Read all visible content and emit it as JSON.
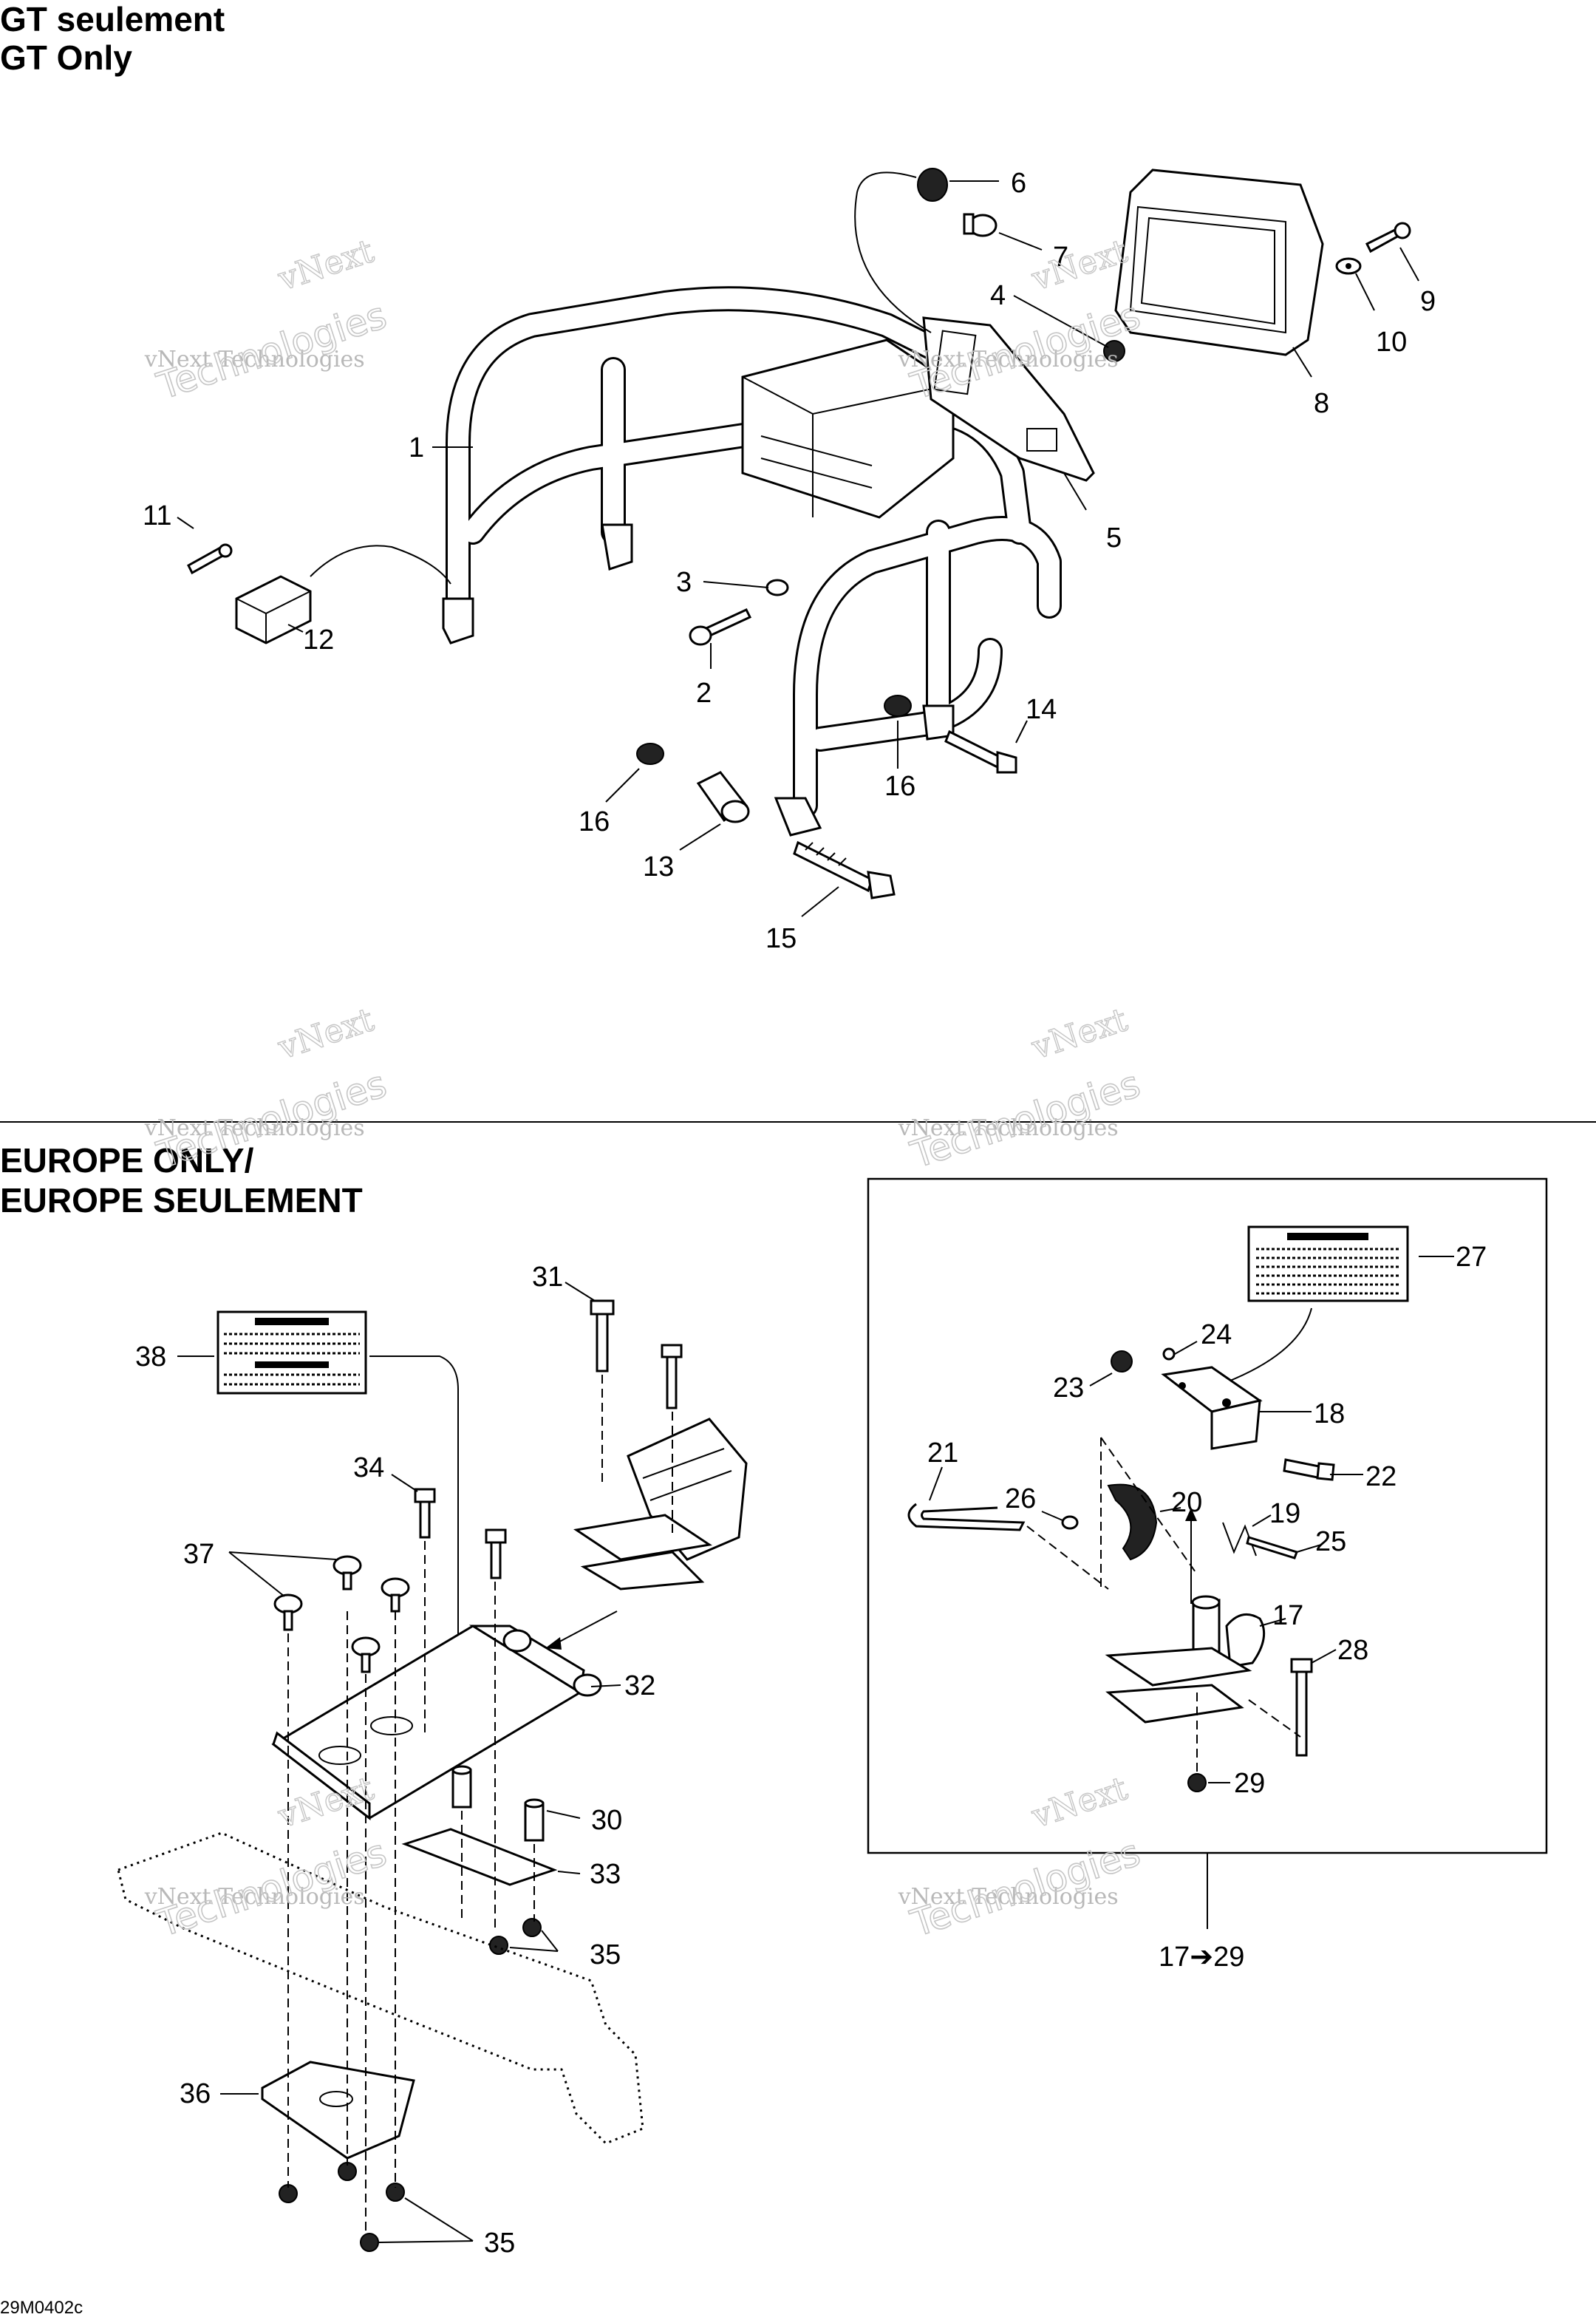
{
  "headings": {
    "gt_fr": "GT seulement",
    "gt_en": "GT Only",
    "europe_en": "EUROPE ONLY/",
    "europe_fr": "EUROPE SEULEMENT"
  },
  "watermark": {
    "line1": "vNext Technologies",
    "line2": "vNext",
    "line3": "Technologies"
  },
  "callouts_gt": [
    "1",
    "2",
    "3",
    "4",
    "5",
    "6",
    "7",
    "8",
    "9",
    "10",
    "11",
    "12",
    "13",
    "14",
    "15",
    "16",
    "16"
  ],
  "callouts_europe": [
    "17",
    "18",
    "19",
    "20",
    "21",
    "22",
    "23",
    "24",
    "25",
    "26",
    "27",
    "28",
    "29",
    "30",
    "31",
    "32",
    "33",
    "34",
    "35",
    "35",
    "36",
    "37",
    "38"
  ],
  "range_label": "17➔29",
  "reference": "29M0402c",
  "colors": {
    "line": "#000000",
    "watermark": "#c6c6c6",
    "background": "#ffffff"
  }
}
